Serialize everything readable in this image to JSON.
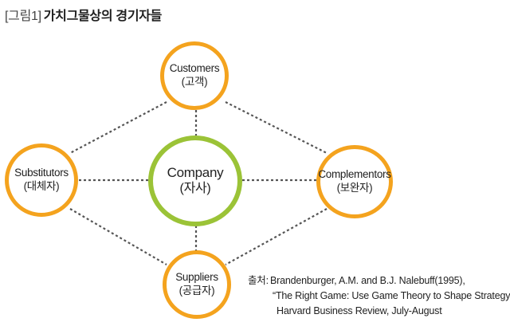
{
  "figure": {
    "prefix": "[그림1]",
    "title": "가치그물상의 경기자들"
  },
  "nodes": {
    "customers": {
      "name": "Customers",
      "sub": "(고객)"
    },
    "substitutors": {
      "name": "Substitutors",
      "sub": "(대체자)"
    },
    "company": {
      "name": "Company",
      "sub": "(자사)"
    },
    "complementors": {
      "name": "Complementors",
      "sub": "(보완자)"
    },
    "suppliers": {
      "name": "Suppliers",
      "sub": "(공급자)"
    }
  },
  "colors": {
    "outer_ring": "#f4a31e",
    "center_ring": "#9bc337",
    "connector": "#555555"
  },
  "source": {
    "label": "출처:",
    "line1": "Brandenburger, A.M. and B.J. Nalebuff(1995),",
    "line2": "“The Right Game: Use Game Theory to Shape Strategy.”",
    "line3": "Harvard Business Review, July-August"
  }
}
